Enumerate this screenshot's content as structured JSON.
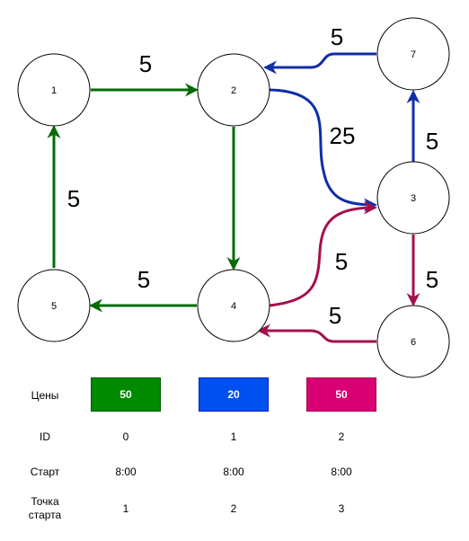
{
  "colors": {
    "green": "#056b05",
    "blue": "#0f2ea8",
    "crimson": "#a3104d",
    "price_green": "#008a00",
    "price_blue": "#0050ef",
    "price_pink": "#d80073"
  },
  "nodes": [
    {
      "id": "1",
      "label": "1"
    },
    {
      "id": "2",
      "label": "2"
    },
    {
      "id": "7",
      "label": "7"
    },
    {
      "id": "3",
      "label": "3"
    },
    {
      "id": "5",
      "label": "5"
    },
    {
      "id": "4",
      "label": "4"
    },
    {
      "id": "6",
      "label": "6"
    }
  ],
  "edges": [
    {
      "from": "1",
      "to": "2",
      "weight": "5",
      "color": "green"
    },
    {
      "from": "2",
      "to": "4",
      "weight": "",
      "color": "green"
    },
    {
      "from": "4",
      "to": "5",
      "weight": "5",
      "color": "green"
    },
    {
      "from": "5",
      "to": "1",
      "weight": "5",
      "color": "green"
    },
    {
      "from": "7",
      "to": "2",
      "weight": "5",
      "color": "blue"
    },
    {
      "from": "2",
      "to": "3",
      "weight": "25",
      "color": "blue"
    },
    {
      "from": "3",
      "to": "7",
      "weight": "5",
      "color": "blue"
    },
    {
      "from": "4",
      "to": "3",
      "weight": "5",
      "color": "crimson"
    },
    {
      "from": "3",
      "to": "6",
      "weight": "5",
      "color": "crimson"
    },
    {
      "from": "6",
      "to": "4",
      "weight": "5",
      "color": "crimson"
    }
  ],
  "table": {
    "row_labels": {
      "prices": "Цены",
      "id": "ID",
      "start": "Старт",
      "start_point": "Точка старта"
    },
    "columns": [
      {
        "price": "50",
        "id": "0",
        "start": "8:00",
        "start_point": "1",
        "color": "price_green"
      },
      {
        "price": "20",
        "id": "1",
        "start": "8:00",
        "start_point": "2",
        "color": "price_blue"
      },
      {
        "price": "50",
        "id": "2",
        "start": "8:00",
        "start_point": "3",
        "color": "price_pink"
      }
    ]
  }
}
